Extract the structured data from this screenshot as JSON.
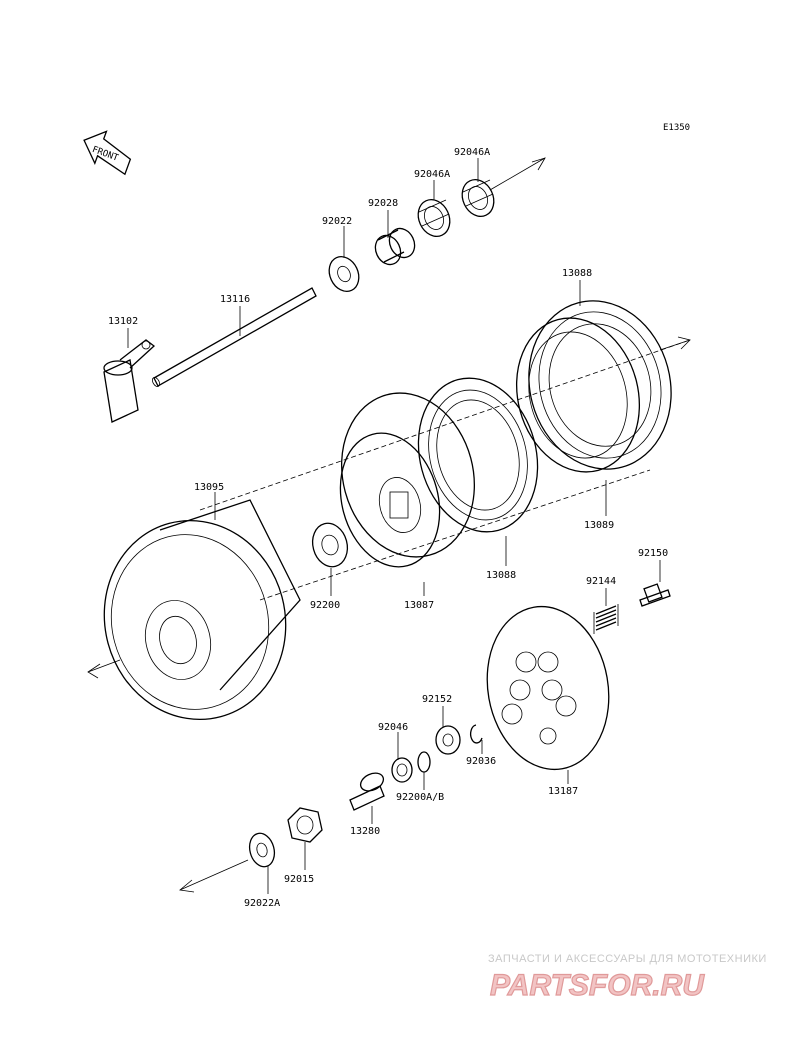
{
  "diagram": {
    "code": "E1350",
    "front_label": "FRONT",
    "parts": {
      "p92046A_top": "92046A",
      "p92046A_2": "92046A",
      "p92028": "92028",
      "p92022": "92022",
      "p13116": "13116",
      "p13102": "13102",
      "p13088_top": "13088",
      "p13089": "13089",
      "p13088_bot": "13088",
      "p13095": "13095",
      "p92200": "92200",
      "p13087": "13087",
      "p92150": "92150",
      "p92144": "92144",
      "p92152": "92152",
      "p92046": "92046",
      "p92036": "92036",
      "p92200AB": "92200A/B",
      "p13187": "13187",
      "p13280": "13280",
      "p92015": "92015",
      "p92022A": "92022A"
    }
  },
  "watermark": {
    "tagline": "ЗАПЧАСТИ И АКСЕССУАРЫ ДЛЯ МОТОТЕХНИКИ",
    "logo": "PARTSFOR.RU"
  }
}
